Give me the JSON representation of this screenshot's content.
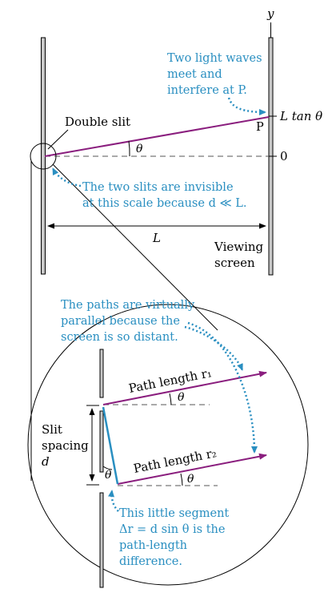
{
  "colors": {
    "ray": "#8a1e7e",
    "annotation": "#2a8fc1",
    "screen_fill": "#c8c8c8",
    "ink": "#000000"
  },
  "labels": {
    "y_axis": "y",
    "light_waves_note": [
      "Two light waves",
      "meet and",
      "interfere at P."
    ],
    "point_p": "P",
    "l_tan_theta": "L tan θ",
    "double_slit": "Double slit",
    "theta": "θ",
    "zero": "0",
    "invisible_note_line1": "The two slits are invisible",
    "invisible_note_line2": "at this scale because d ≪ L.",
    "distance_l": "L",
    "viewing_screen": [
      "Viewing",
      "screen"
    ],
    "parallel_note": [
      "The paths are virtually",
      "parallel because the",
      "screen is so distant."
    ],
    "path_r1": "Path length r₁",
    "path_r2": "Path length r₂",
    "slit_spacing": [
      "Slit",
      "spacing",
      "d"
    ],
    "segment_note": [
      "This little segment",
      "Δr = d sin θ is the",
      "path-length",
      "difference."
    ]
  }
}
